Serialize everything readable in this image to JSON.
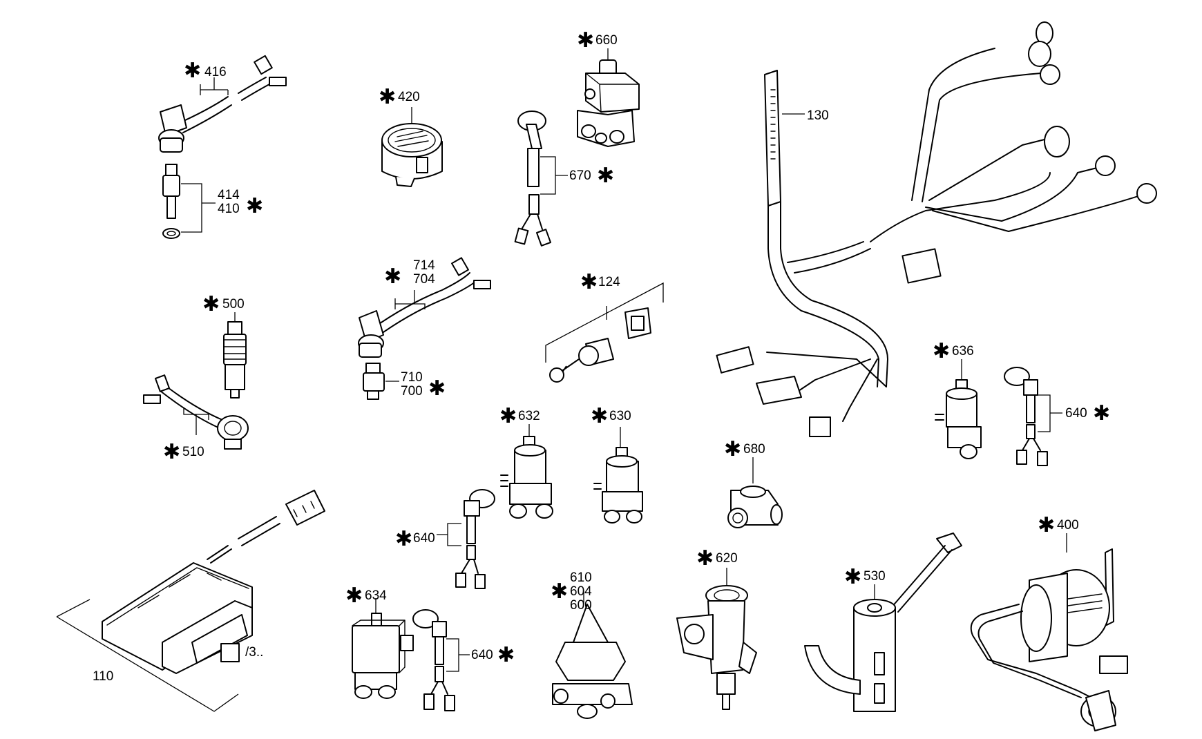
{
  "diagram": {
    "labels": {
      "p416": "416",
      "p420": "420",
      "p660": "660",
      "p130": "130",
      "p414": "414",
      "p410": "410",
      "p670": "670",
      "p714": "714",
      "p704": "704",
      "p124": "124",
      "p500": "500",
      "p710": "710",
      "p700": "700",
      "p636": "636",
      "p510": "510",
      "p632": "632",
      "p630": "630",
      "p640a": "640",
      "p680": "680",
      "p640b": "640",
      "p400": "400",
      "p610": "610",
      "p604": "604",
      "p600": "600",
      "p620": "620",
      "p530": "530",
      "p634": "634",
      "p640c": "640",
      "p110": "110",
      "p3": "/3.."
    },
    "asterisk": "✱"
  }
}
